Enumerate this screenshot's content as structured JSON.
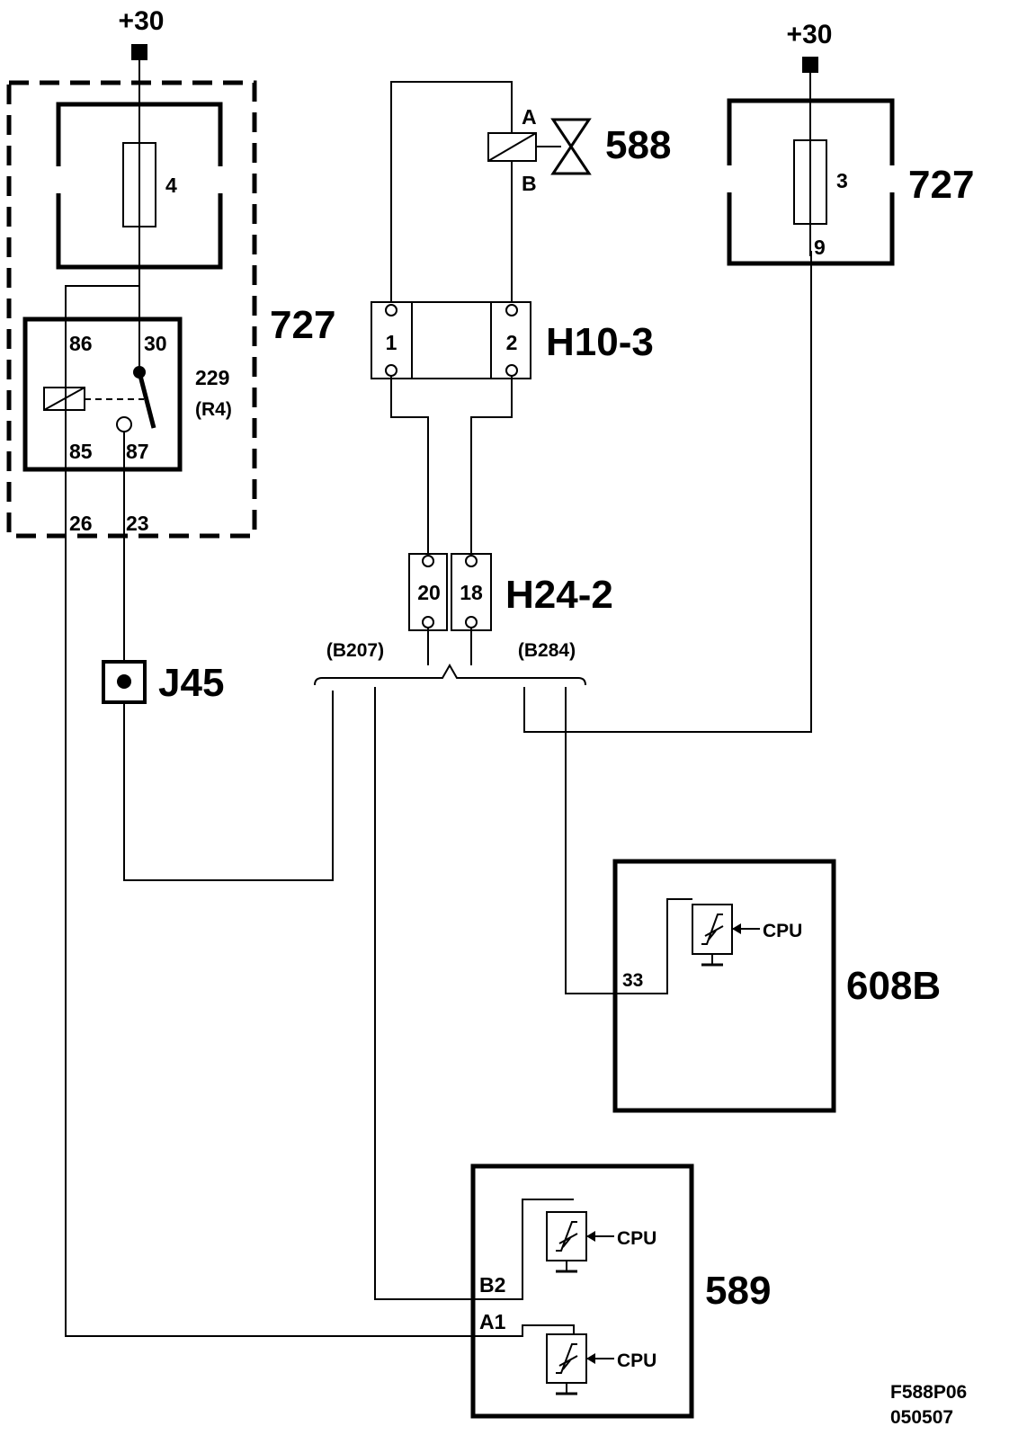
{
  "supply": {
    "left": "+30",
    "right": "+30"
  },
  "fuse_box_main": {
    "label": "727",
    "fuse": "4",
    "relay": {
      "number": "229",
      "code": "(R4)",
      "pin_86": "86",
      "pin_30": "30",
      "pin_85": "85",
      "pin_87": "87"
    },
    "pin_26": "26",
    "pin_23": "23"
  },
  "fuse_box_right": {
    "label": "727",
    "fuse": "3",
    "pin": "9"
  },
  "valve": {
    "label": "588",
    "pin_a": "A",
    "pin_b": "B"
  },
  "connector_h10": {
    "label": "H10-3",
    "pin_1": "1",
    "pin_2": "2"
  },
  "connector_h24": {
    "label": "H24-2",
    "pin_20": "20",
    "pin_18": "18"
  },
  "branch_left": "(B207)",
  "branch_right": "(B284)",
  "junction": {
    "label": "J45"
  },
  "ecu_608b": {
    "label": "608B",
    "pin": "33",
    "cpu": "CPU"
  },
  "ecu_589": {
    "label": "589",
    "pin_b2": "B2",
    "pin_a1": "A1",
    "cpu_1": "CPU",
    "cpu_2": "CPU"
  },
  "footer": {
    "code": "F588P06",
    "date": "050507"
  }
}
